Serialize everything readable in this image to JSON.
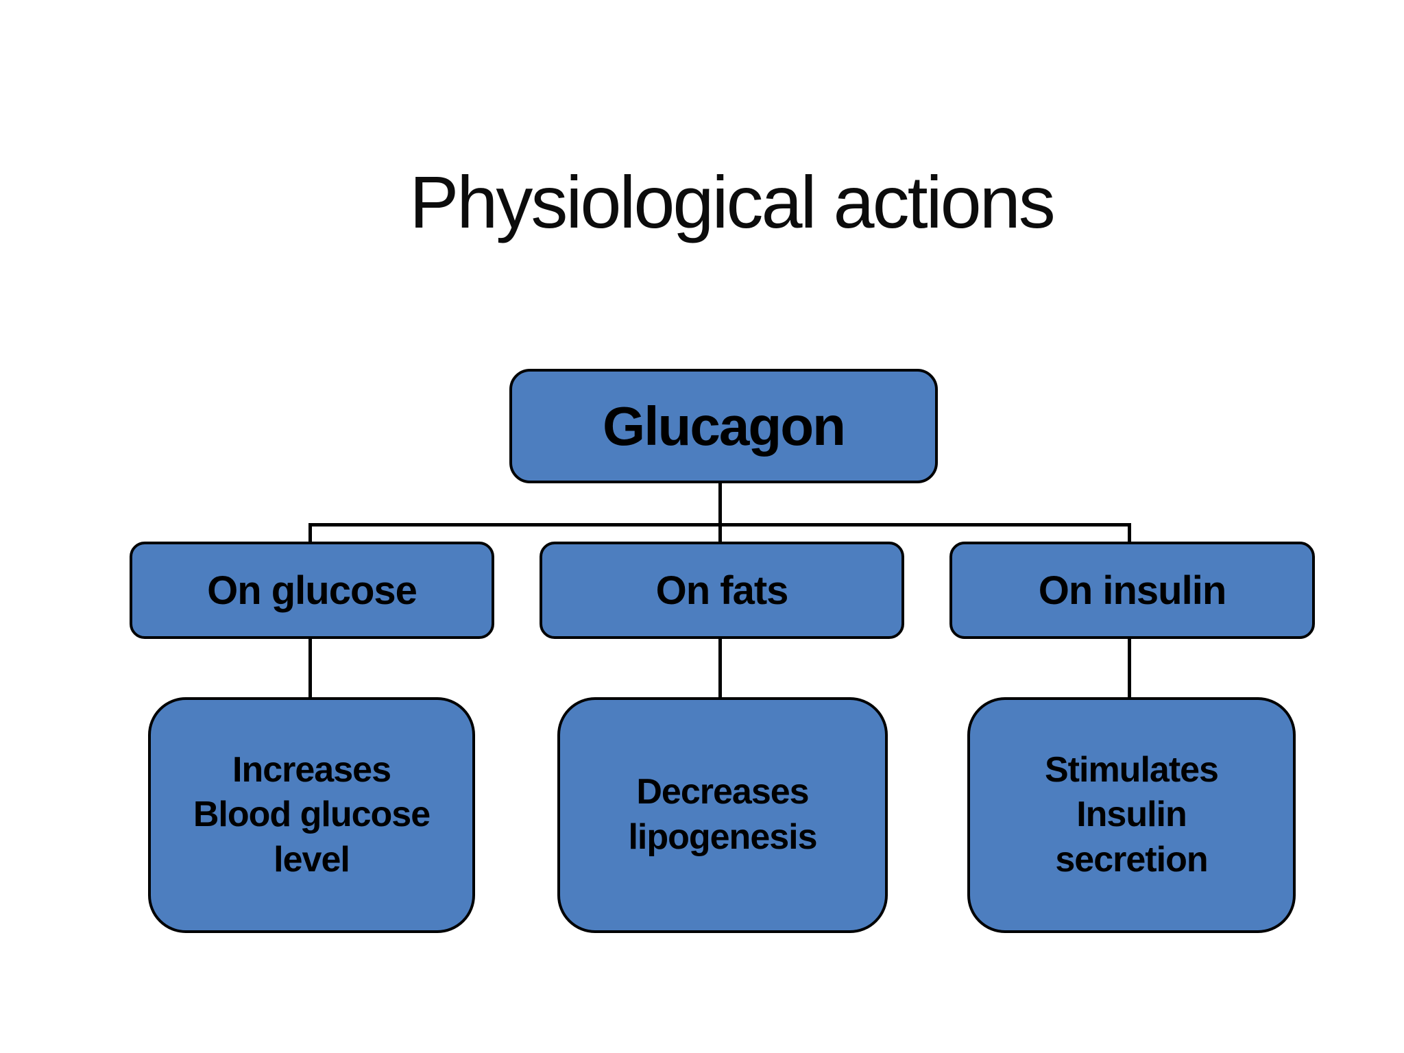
{
  "slide": {
    "title": "Physiological actions",
    "background_color": "#ffffff",
    "text_color": "#000000"
  },
  "theme": {
    "box_fill_color": "#4d7ebf",
    "box_border_color": "#000000",
    "connector_color": "#000000"
  },
  "diagram": {
    "type": "tree-flowchart",
    "root": {
      "label": "Glucagon"
    },
    "branches": [
      {
        "label": "On glucose",
        "effect_lines": [
          "Increases",
          "Blood glucose",
          "level"
        ],
        "effect_text": "Increases Blood glucose level"
      },
      {
        "label": "On fats",
        "effect_lines": [
          "Decreases",
          "lipogenesis"
        ],
        "effect_text": "Decreases lipogenesis"
      },
      {
        "label": "On insulin",
        "effect_lines": [
          "Stimulates",
          "Insulin",
          "secretion"
        ],
        "effect_text": "Stimulates Insulin secretion"
      }
    ]
  }
}
